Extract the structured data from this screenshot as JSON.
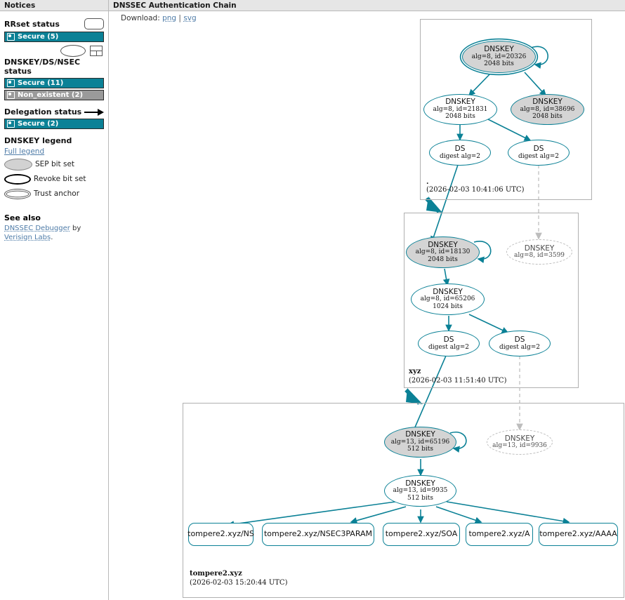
{
  "sidebar": {
    "header": "Notices",
    "rrset_status": {
      "title": "RRset status",
      "icon": "rounded-rect-icon",
      "items": [
        {
          "label": "Secure (5)",
          "state": "secure",
          "color": "#0b8196"
        }
      ]
    },
    "dnskey_ds_nsec_status": {
      "title": "DNSKEY/DS/NSEC status",
      "icons": [
        "ellipse-icon",
        "nsec-box-icon"
      ],
      "items": [
        {
          "label": "Secure (11)",
          "state": "secure",
          "color": "#0b8196"
        },
        {
          "label": "Non_existent (2)",
          "state": "non_existent",
          "color": "#9a9a9a"
        }
      ]
    },
    "delegation_status": {
      "title": "Delegation status",
      "icon": "arrow-icon",
      "items": [
        {
          "label": "Secure (2)",
          "state": "secure",
          "color": "#0b8196"
        }
      ]
    },
    "dnskey_legend": {
      "title": "DNSKEY legend",
      "full_legend_link": "Full legend",
      "entries": [
        {
          "label": "SEP bit set",
          "icon": "ellipse-filled-icon"
        },
        {
          "label": "Revoke bit set",
          "icon": "ellipse-thick-icon"
        },
        {
          "label": "Trust anchor",
          "icon": "ellipse-double-icon"
        }
      ]
    },
    "see_also": {
      "title": "See also",
      "text_prefix": "DNSSEC Debugger",
      "text_middle": " by ",
      "text_suffix": "Verisign Labs",
      "text_end": "."
    }
  },
  "content": {
    "header": "DNSSEC Authentication Chain",
    "download": {
      "label": "Download:",
      "png": "png",
      "separator": "|",
      "svg": "svg"
    }
  },
  "graph": {
    "zones": [
      {
        "id": "root",
        "label": ".",
        "timestamp": "(2026-02-03 10:41:06 UTC)"
      },
      {
        "id": "xyz",
        "label": "xyz",
        "timestamp": "(2026-02-03 11:51:40 UTC)"
      },
      {
        "id": "tompere2",
        "label": "tompere2.xyz",
        "timestamp": "(2026-02-03 15:20:44 UTC)"
      }
    ],
    "nodes": {
      "root_ksk": {
        "type": "DNSKEY",
        "line1": "DNSKEY",
        "line2": "alg=8, id=20326",
        "line3": "2048 bits",
        "sep": true,
        "trust_anchor": true
      },
      "root_zsk": {
        "type": "DNSKEY",
        "line1": "DNSKEY",
        "line2": "alg=8, id=21831",
        "line3": "2048 bits",
        "sep": false,
        "trust_anchor": false
      },
      "root_ksk2": {
        "type": "DNSKEY",
        "line1": "DNSKEY",
        "line2": "alg=8, id=38696",
        "line3": "2048 bits",
        "sep": true,
        "trust_anchor": false
      },
      "root_ds1": {
        "type": "DS",
        "line1": "DS",
        "line2": "digest alg=2"
      },
      "root_ds2": {
        "type": "DS",
        "line1": "DS",
        "line2": "digest alg=2"
      },
      "xyz_ksk": {
        "type": "DNSKEY",
        "line1": "DNSKEY",
        "line2": "alg=8, id=18130",
        "line3": "2048 bits",
        "sep": true
      },
      "xyz_nonexistent": {
        "type": "DNSKEY",
        "line1": "DNSKEY",
        "line2": "alg=8, id=3599",
        "state": "non_existent"
      },
      "xyz_zsk": {
        "type": "DNSKEY",
        "line1": "DNSKEY",
        "line2": "alg=8, id=65206",
        "line3": "1024 bits",
        "sep": false
      },
      "xyz_ds1": {
        "type": "DS",
        "line1": "DS",
        "line2": "digest alg=2"
      },
      "xyz_ds2": {
        "type": "DS",
        "line1": "DS",
        "line2": "digest alg=2"
      },
      "t2_ksk": {
        "type": "DNSKEY",
        "line1": "DNSKEY",
        "line2": "alg=13, id=65196",
        "line3": "512 bits",
        "sep": true
      },
      "t2_nonexistent": {
        "type": "DNSKEY",
        "line1": "DNSKEY",
        "line2": "alg=13, id=9936",
        "state": "non_existent"
      },
      "t2_zsk": {
        "type": "DNSKEY",
        "line1": "DNSKEY",
        "line2": "alg=13, id=9935",
        "line3": "512 bits",
        "sep": false
      }
    },
    "rrsets": [
      {
        "label": "tompere2.xyz/NS"
      },
      {
        "label": "tompere2.xyz/NSEC3PARAM"
      },
      {
        "label": "tompere2.xyz/SOA"
      },
      {
        "label": "tompere2.xyz/A"
      },
      {
        "label": "tompere2.xyz/AAAA"
      }
    ]
  },
  "colors": {
    "secure": "#0b8196",
    "non_existent": "#9a9a9a",
    "zone_border": "#b0b0b0",
    "sep_fill": "#d4d4d4",
    "link": "#4f7ca8"
  }
}
